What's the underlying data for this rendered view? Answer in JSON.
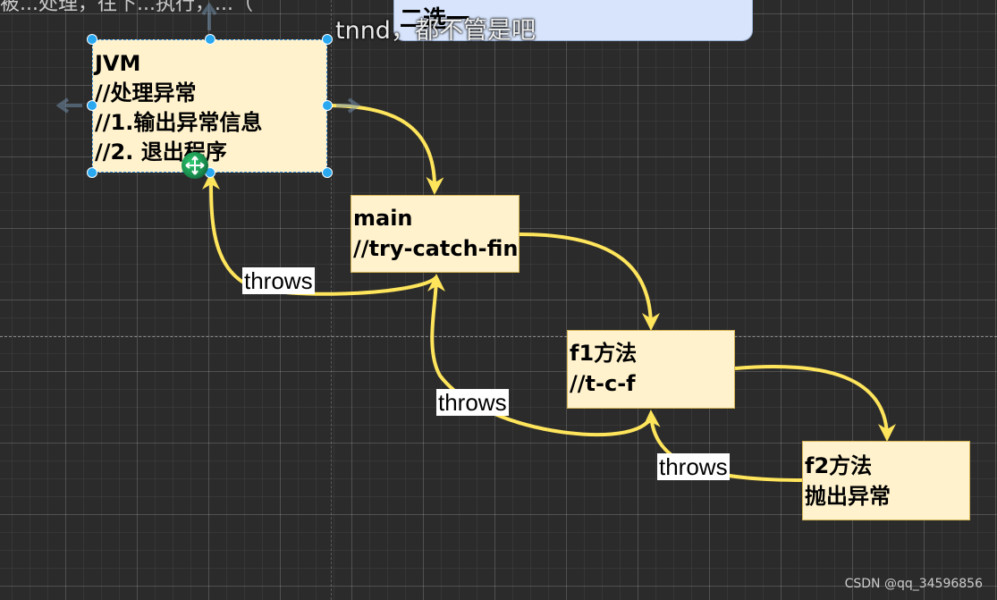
{
  "top_bubble": {
    "text": "二选一"
  },
  "overlay": {
    "subtitle": "tnnd，都不管是吧",
    "clipped": "被...处理，往下...执行，...（"
  },
  "nodes": {
    "jvm": {
      "lines": [
        "JVM",
        "//处理异常",
        "//1.输出异常信息",
        "//2. 退出程序"
      ]
    },
    "main": {
      "lines": [
        "main",
        "//try-catch-fin"
      ]
    },
    "f1": {
      "lines": [
        "f1方法",
        "//t-c-f"
      ]
    },
    "f2": {
      "lines": [
        "f2方法",
        "抛出异常"
      ]
    }
  },
  "edge_labels": [
    "throws",
    "throws",
    "throws"
  ],
  "colors": {
    "arrow": "#ffe55c",
    "node_fill": "#fff2cc",
    "node_border": "#d6b656",
    "selection": "#29a8f0",
    "background": "#2b2b2b"
  },
  "watermark": "CSDN @qq_34596856"
}
